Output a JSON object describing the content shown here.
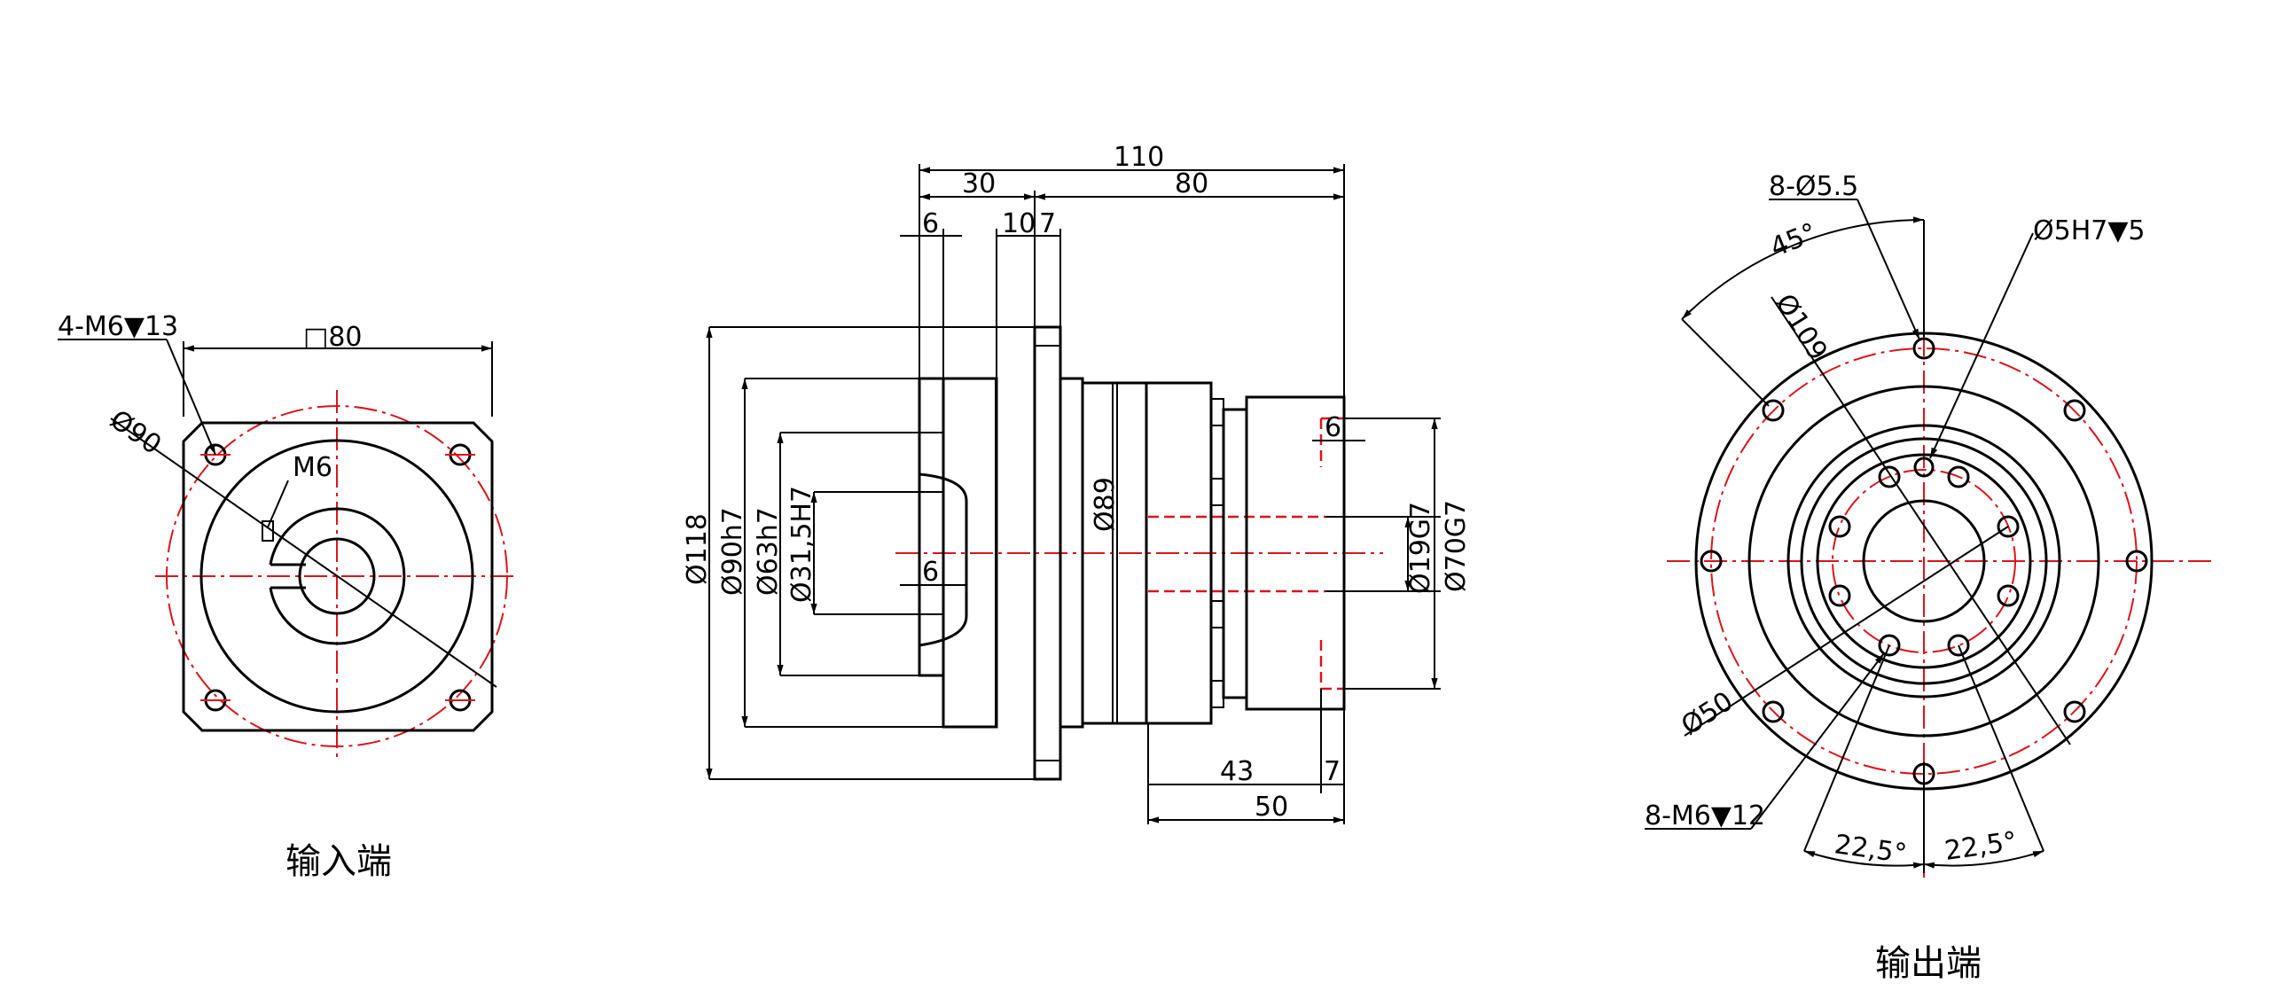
{
  "input_view": {
    "caption": "输入端",
    "hole_note": "4-M6▼13",
    "square_size": "□80",
    "pcd": "Ø90",
    "key_thread": "M6"
  },
  "side_view": {
    "overall_length": "110",
    "input_section": "30",
    "output_section": "80",
    "dim_6_top": "6",
    "dim_10": "10",
    "dim_7_top": "7",
    "dim_6_shaft": "6",
    "dim_6_inner": "6",
    "dim_43": "43",
    "dim_7_bottom": "7",
    "dim_50": "50",
    "dia_118": "Ø118",
    "dia_90h7": "Ø90h7",
    "dia_63h7": "Ø63h7",
    "dia_31_5H7": "Ø31,5H7",
    "dia_89": "Ø89",
    "dia_19G7": "Ø19G7",
    "dia_70G7": "Ø70G7"
  },
  "output_view": {
    "caption": "输出端",
    "outer_holes": "8-Ø5.5",
    "pin_hole": "Ø5H7▼5",
    "angle_45": "45°",
    "pcd_109": "Ø109",
    "pcd_50": "Ø50",
    "threaded_holes": "8-M6▼12",
    "angle_22_5_left": "22,5°",
    "angle_22_5_right": "22,5°"
  },
  "colors": {
    "outline": "#000000",
    "centerline": "#d8151c"
  }
}
